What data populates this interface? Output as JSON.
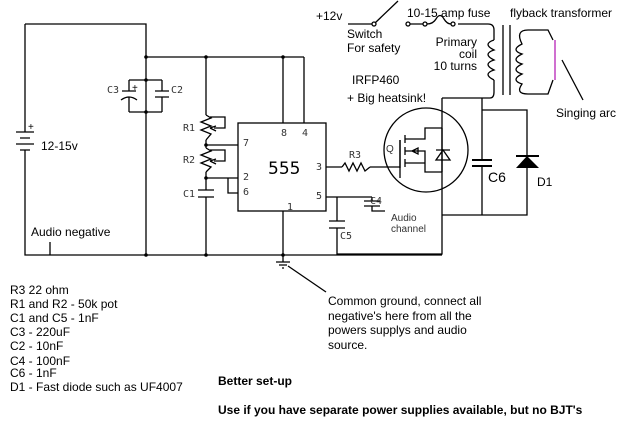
{
  "circuit": {
    "supply_label": "+12v",
    "switch_label": "Switch",
    "switch_note": "For safety",
    "fuse_label": "10-15 amp fuse",
    "transformer_label": "flyback transformer",
    "primary_label_1": "Primary",
    "primary_label_2": "coil",
    "primary_label_3": "10 turns",
    "mosfet_label": "IRFP460",
    "heatsink_label": "+ Big heatsink!",
    "arc_label": "Singing arc",
    "battery_label": "12-15v",
    "audio_negative_label": "Audio negative",
    "audio_channel_1": "Audio",
    "audio_channel_2": "channel",
    "ic_label": "555",
    "pins": {
      "p8": "8",
      "p4": "4",
      "p7": "7",
      "p2": "2",
      "p6": "6",
      "p3": "3",
      "p5": "5",
      "p1": "1"
    },
    "components": {
      "c1": "C1",
      "c2": "C2",
      "c3": "C3",
      "c4": "C4",
      "c5": "C5",
      "c6": "C6",
      "r1": "R1",
      "r2": "R2",
      "r3": "R3",
      "q": "Q",
      "d1": "D1"
    },
    "arc_color": "#d070d0"
  },
  "parts_list": [
    "R3 22 ohm",
    "R1 and R2 - 50k pot",
    "C1 and C5 - 1nF",
    "C3 - 220uF",
    "C2 - 10nF",
    "C4 - 100nF",
    "C6 - 1nF",
    "D1 - Fast diode such as UF4007"
  ],
  "ground_note": [
    "Common ground, connect all",
    "negative's here from all the",
    "powers supplys and audio",
    "source."
  ],
  "footer": {
    "title": "Better set-up",
    "note": "Use if you have separate power supplies available, but no BJT's"
  }
}
